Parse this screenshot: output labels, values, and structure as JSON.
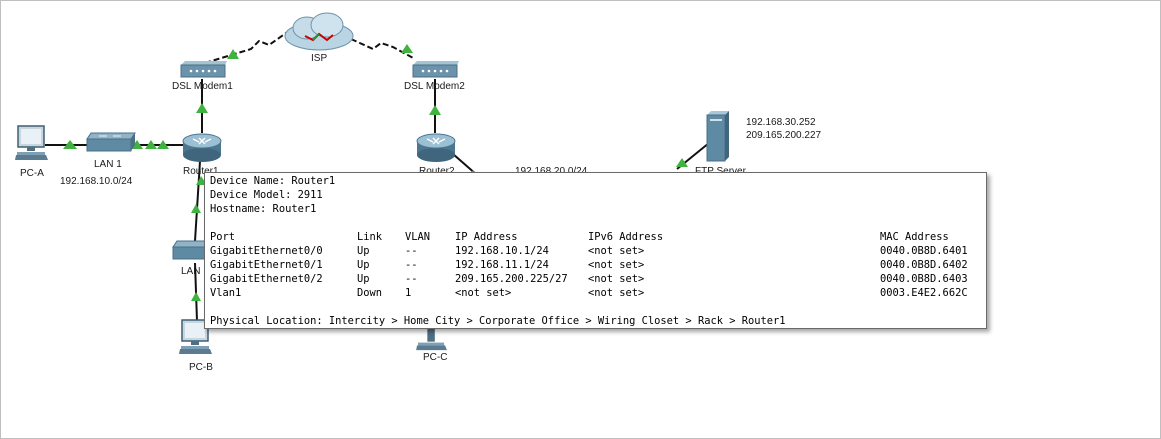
{
  "topology": {
    "cloud_label": "ISP",
    "modem1_label": "DSL Modem1",
    "modem2_label": "DSL Modem2",
    "pca_label": "PC-A",
    "pcb_label": "PC-B",
    "pcc_label": "PC-C",
    "lan1_label": "LAN 1",
    "lan1_net": "192.168.10.0/24",
    "router1_label": "Router1",
    "router2_label": "Router2",
    "lan2_label": "LAN",
    "lan3_net_partial": "192.168.20.0/24",
    "ftp_label": "FTP Server",
    "ftp_ip1": "192.168.30.252",
    "ftp_ip2": "209.165.200.227",
    "link_colors": {
      "up": "#3fb23f",
      "cable": "#111111",
      "serial_alert": "#cc0000"
    }
  },
  "tooltip": {
    "device_name": "Device Name: Router1",
    "device_model": "Device Model: 2911",
    "hostname": "Hostname: Router1",
    "headers": {
      "port": "Port",
      "link": "Link",
      "vlan": "VLAN",
      "ip": "IP Address",
      "ipv6": "IPv6 Address",
      "mac": "MAC Address"
    },
    "rows": [
      {
        "port": "GigabitEthernet0/0",
        "link": "Up",
        "vlan": "--",
        "ip": "192.168.10.1/24",
        "ipv6": "<not set>",
        "mac": "0040.0B8D.6401"
      },
      {
        "port": "GigabitEthernet0/1",
        "link": "Up",
        "vlan": "--",
        "ip": "192.168.11.1/24",
        "ipv6": "<not set>",
        "mac": "0040.0B8D.6402"
      },
      {
        "port": "GigabitEthernet0/2",
        "link": "Up",
        "vlan": "--",
        "ip": "209.165.200.225/27",
        "ipv6": "<not set>",
        "mac": "0040.0B8D.6403"
      },
      {
        "port": "Vlan1",
        "link": "Down",
        "vlan": "1",
        "ip": "<not set>",
        "ipv6": "<not set>",
        "mac": "0003.E4E2.662C"
      }
    ],
    "physical_location": "Physical Location: Intercity > Home City > Corporate Office > Wiring Closet > Rack > Router1"
  }
}
